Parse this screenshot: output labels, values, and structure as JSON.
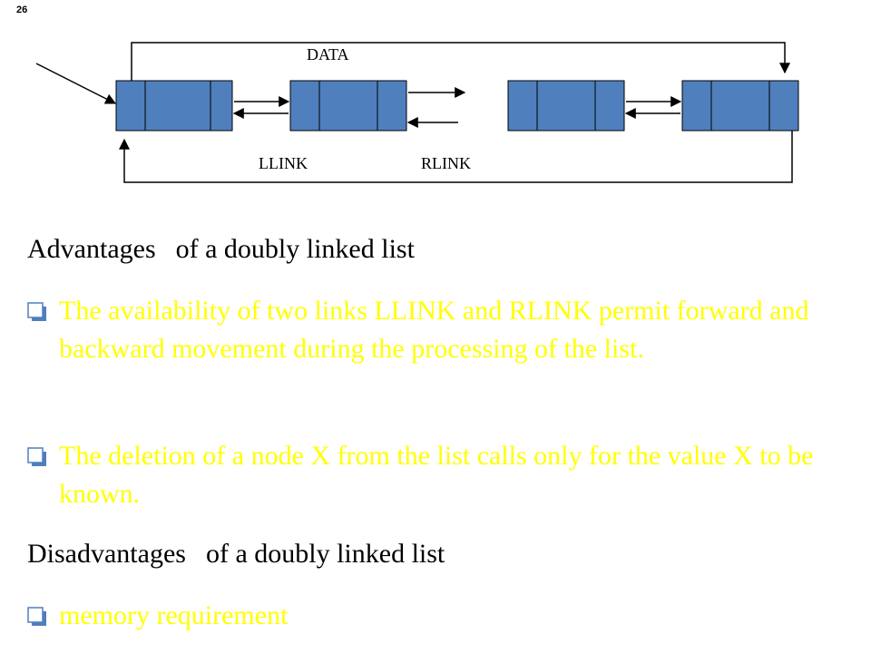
{
  "slide": {
    "number": "26"
  },
  "diagram": {
    "labels": {
      "data": "DATA",
      "llink": "LLINK",
      "rlink": "RLINK"
    },
    "node_fill": "#4f7fbd",
    "node_stroke": "#000000"
  },
  "advantages": {
    "heading_part1": "Advantages",
    "heading_part2": "of a doubly linked list",
    "bullets": [
      {
        "text": "The availability  of two links LLINK and RLINK permit forward and backward movement during the processing of the list."
      },
      {
        "text": "The deletion of a node X from the list calls only for the value X to be known."
      }
    ]
  },
  "disadvantages": {
    "heading_part1": "Disadvantages",
    "heading_part2": "of a doubly linked list",
    "bullets": [
      {
        "text": "memory requirement"
      }
    ]
  },
  "colors": {
    "bullet_text": "#ffff00",
    "heading_text": "#000000",
    "bullet_icon": "#4f7fbd"
  }
}
